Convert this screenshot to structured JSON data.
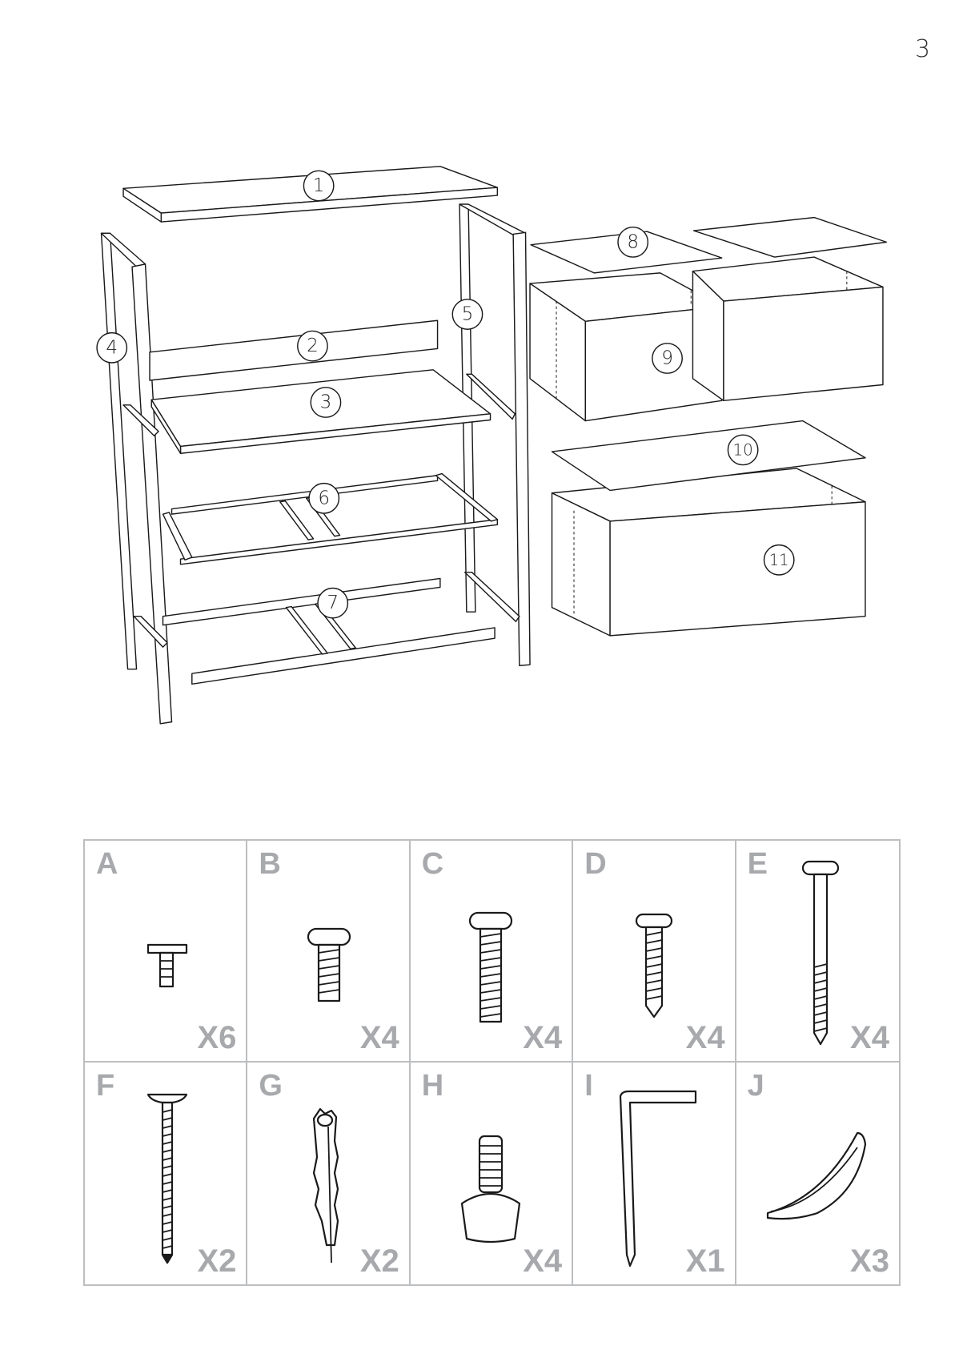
{
  "page_number": "3",
  "diagram": {
    "part_labels": [
      "1",
      "2",
      "3",
      "4",
      "5",
      "6",
      "7",
      "8",
      "9",
      "10",
      "11"
    ]
  },
  "hardware": [
    {
      "letter": "A",
      "count": "X6",
      "icon": "t-bolt-icon"
    },
    {
      "letter": "B",
      "count": "X4",
      "icon": "short-bolt-icon"
    },
    {
      "letter": "C",
      "count": "X4",
      "icon": "long-bolt-icon"
    },
    {
      "letter": "D",
      "count": "X4",
      "icon": "wood-screw-icon"
    },
    {
      "letter": "E",
      "count": "X4",
      "icon": "long-wood-screw-icon"
    },
    {
      "letter": "F",
      "count": "X2",
      "icon": "countersunk-screw-icon"
    },
    {
      "letter": "G",
      "count": "X2",
      "icon": "wall-plug-icon"
    },
    {
      "letter": "H",
      "count": "X4",
      "icon": "adjustable-foot-icon"
    },
    {
      "letter": "I",
      "count": "X1",
      "icon": "allen-key-icon"
    },
    {
      "letter": "J",
      "count": "X3",
      "icon": "handle-icon"
    }
  ]
}
